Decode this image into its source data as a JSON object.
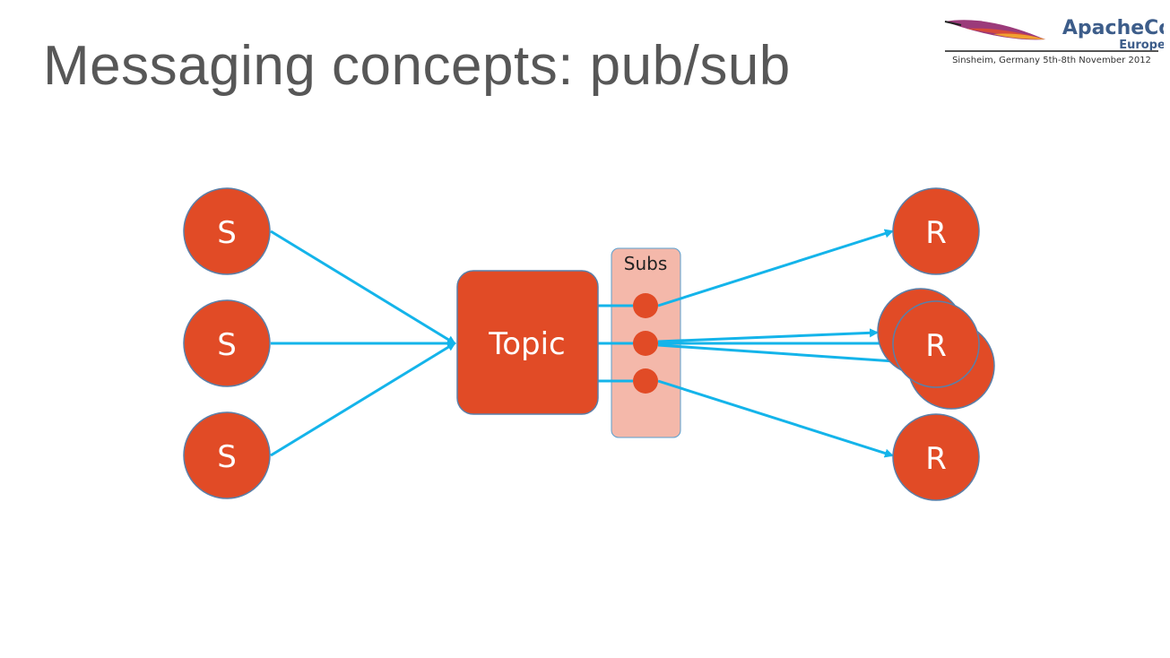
{
  "slide": {
    "title": "Messaging concepts: pub/sub"
  },
  "logo": {
    "brand_line1": "ApacheCon",
    "brand_line2": "Europe",
    "tagline": "Sinsheim, Germany 5th-8th November 2012"
  },
  "diagram": {
    "senders": [
      "S",
      "S",
      "S"
    ],
    "topic_label": "Topic",
    "subs_label": "Subs",
    "receivers": [
      "R",
      "R",
      "R"
    ],
    "colors": {
      "node_fill": "#e14b26",
      "node_stroke": "#5a7fa8",
      "arrow": "#14b4ea",
      "subs_panel": "#f4b8aa"
    }
  }
}
